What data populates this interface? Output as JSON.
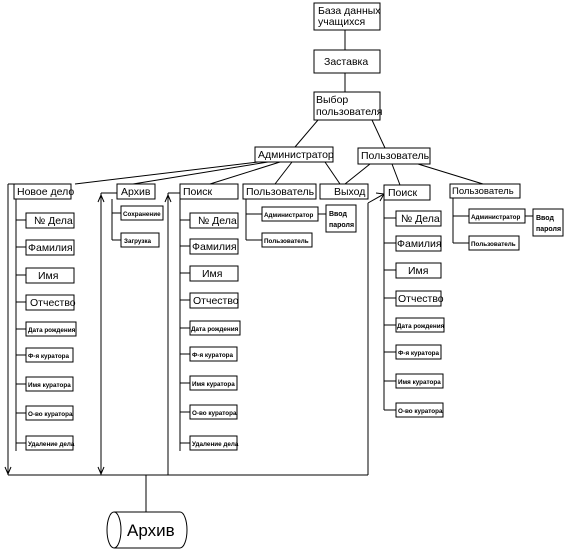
{
  "diagram": {
    "root": [
      "База данных",
      "учащихся"
    ],
    "splash": "Заставка",
    "choose_user": [
      "Выбор",
      "пользователя"
    ],
    "admin": "Администратор",
    "user": "Пользователь",
    "new_case": "Новое дело",
    "archive": "Архив",
    "search": "Поиск",
    "user_menu": "Пользователь",
    "exit": "Выход",
    "save": "Сохранение",
    "load": "Загрузка",
    "admin_login": "Администратор",
    "user_login": "Пользователь",
    "password_entry": [
      "Ввод",
      "пароля"
    ],
    "fields": [
      "№ Дела",
      "Фамилия",
      "Имя",
      "Отчество",
      "Дата рождения",
      "Ф-я куратора",
      "Имя куратора",
      "О-во куратора"
    ],
    "delete_case": "Удаление дела",
    "storage": "Архив"
  }
}
